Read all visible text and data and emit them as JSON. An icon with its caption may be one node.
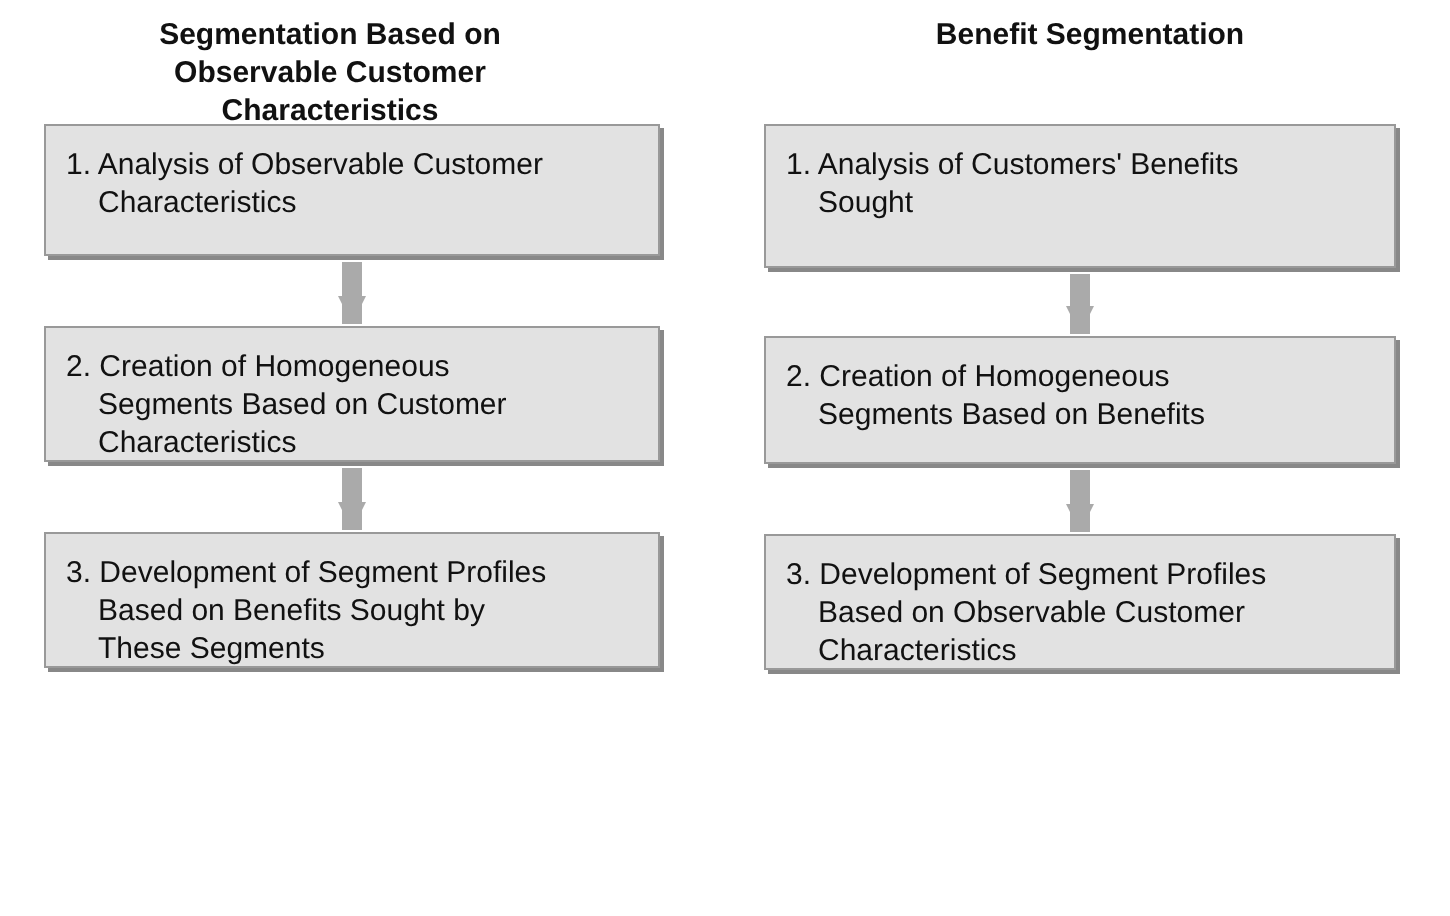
{
  "diagram": {
    "nodes": [
      {
        "text": [
          "1. Analysis of Observable Customer Characteristics"
        ]
      },
      {
        "text": [
          "2. Creation of Homogeneous Segments Based on Customer Characteristics"
        ]
      },
      {
        "text": [
          "3. Development of Segment Profiles Based on Benefits Sought by These Segments"
        ]
      },
      {
        "text": [
          "1. Analysis of Customers' Benefits Sought"
        ]
      },
      {
        "text": [
          "2. Creation of Homogeneous Segments Based on Benefits"
        ]
      },
      {
        "text": [
          "3. Development of Segment Profiles Based on Observable Customer Characteristics"
        ]
      }
    ],
    "edges": [
      {
        "from": 0,
        "to": 1,
        "arrow": "to"
      },
      {
        "from": 1,
        "to": 2,
        "arrow": "to"
      },
      {
        "from": 3,
        "to": 4,
        "arrow": "to"
      },
      {
        "from": 4,
        "to": 5,
        "arrow": "to"
      }
    ],
    "labels": [
      "Segmentation Based on Observable Customer Characteristics",
      "Benefit Segmentation"
    ]
  }
}
